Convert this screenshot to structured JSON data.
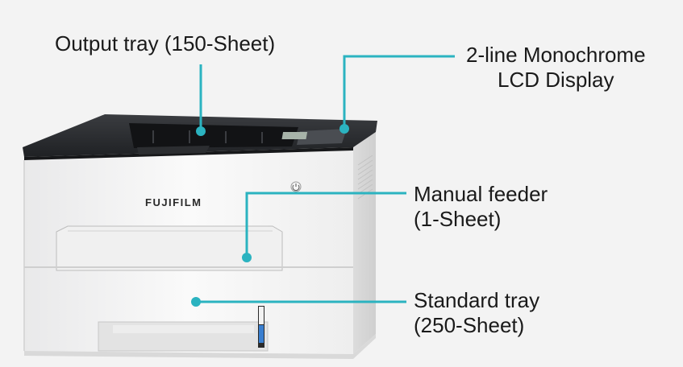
{
  "callouts": {
    "output_tray": "Output tray (150-Sheet)",
    "lcd_line1": "2-line Monochrome",
    "lcd_line2": "LCD Display",
    "manual_line1": "Manual feeder",
    "manual_line2": "(1-Sheet)",
    "tray_line1": "Standard tray",
    "tray_line2": "(250-Sheet)"
  },
  "brand": "FUJIFILM",
  "colors": {
    "background": "#f3f3f3",
    "callout_line": "#2bb3c0",
    "printer_body": "#f7f7f7",
    "printer_top": "#2b2d30"
  }
}
